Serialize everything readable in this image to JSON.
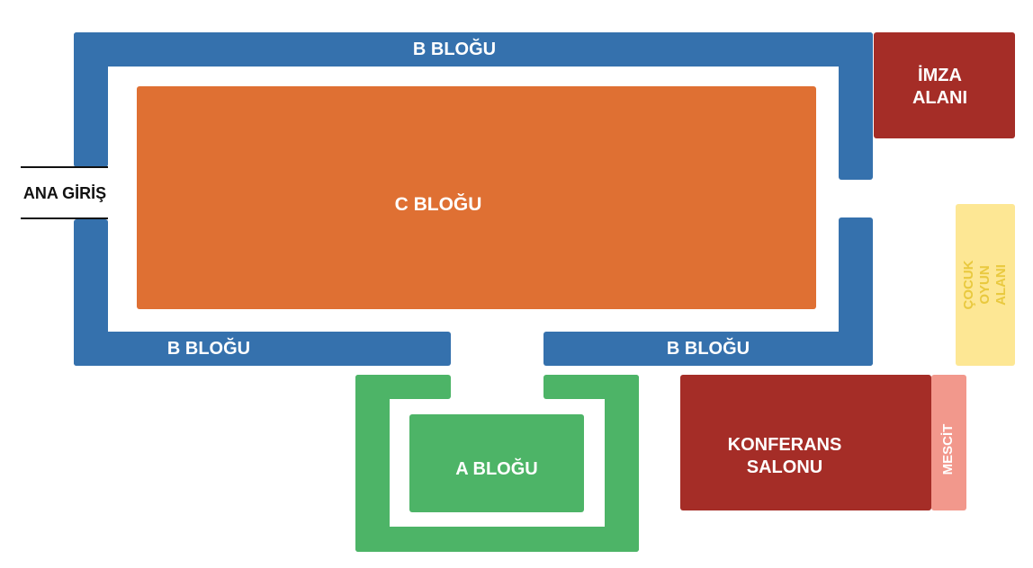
{
  "labels": {
    "b_top": "B BLOĞU",
    "b_bottom_left": "B BLOĞU",
    "b_bottom_right": "B BLOĞU",
    "c_block": "C BLOĞU",
    "a_block": "A BLOĞU",
    "imza": "İMZA\nALANI",
    "konferans": "KONFERANS\nSALONU",
    "mescit": "MESCİT",
    "cocuk": "ÇOCUK OYUN\nALANI",
    "entrance": "ANA GİRİŞ"
  },
  "colors": {
    "b_block": "#3571ad",
    "c_block": "#df7033",
    "a_block": "#4db467",
    "imza": "#a52d27",
    "konferans": "#a52d27",
    "mescit": "#f2988c",
    "cocuk": "#fde794",
    "cocuk_text": "#e9c93f"
  }
}
